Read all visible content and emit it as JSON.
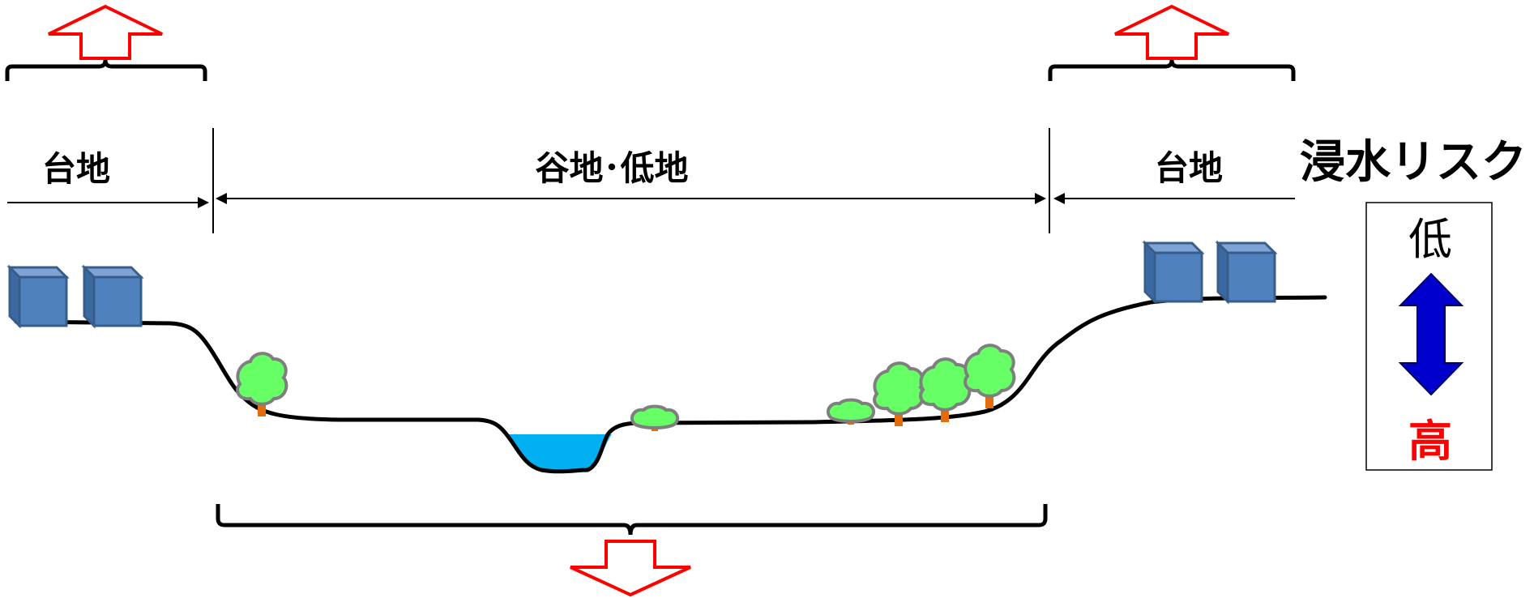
{
  "labels": {
    "left_zone": "台地",
    "center_zone": "谷地･低地",
    "right_zone": "台地",
    "risk_title": "浸水リスク",
    "risk_low": "低",
    "risk_high": "高"
  },
  "colors": {
    "arrow_outline": "#ff0000",
    "building": "#4f81bd",
    "building_edge": "#385d8a",
    "tree_foliage": "#66ff66",
    "tree_outline": "#7f7f7f",
    "tree_trunk": "#e46c0a",
    "water": "#00b0f0",
    "ground_line": "#000000",
    "risk_arrow": "#0000cc",
    "risk_high_text": "#ff0000"
  },
  "icons": {
    "up_arrow": "hollow-up-arrow-icon",
    "down_arrow": "hollow-down-arrow-icon",
    "building": "building-cube-icon",
    "tree": "tree-icon",
    "risk_scale": "double-headed-vertical-arrow-icon"
  }
}
